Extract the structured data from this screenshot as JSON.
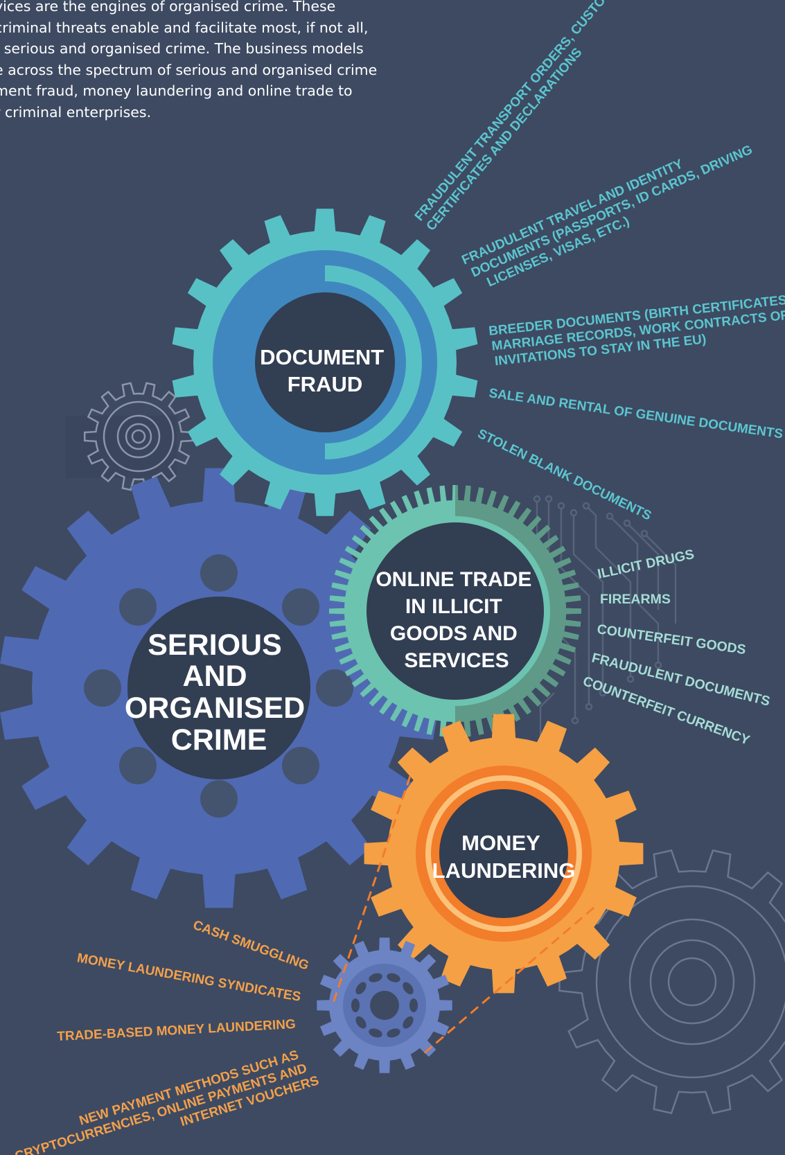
{
  "intro": {
    "lines": [
      "vices are the engines of organised crime. These",
      "criminal threats enable and facilitate most, if not all,",
      "f serious and organised crime. The business models",
      "e across the spectrum of serious and organised crime",
      "ment fraud, money laundering and online trade to",
      "r criminal enterprises."
    ]
  },
  "hubs": {
    "serious": [
      "SERIOUS",
      "AND",
      "ORGANISED",
      "CRIME"
    ],
    "document_fraud": [
      "DOCUMENT",
      "FRAUD"
    ],
    "online_trade": [
      "ONLINE TRADE",
      "IN ILLICIT",
      "GOODS AND",
      "SERVICES"
    ],
    "money_laundering": [
      "MONEY",
      "LAUNDERING"
    ]
  },
  "document_fraud_items": {
    "transport": [
      "FRAUDULENT TRANSPORT ORDERS, CUSTOMS",
      "CERTIFICATES AND DECLARATIONS"
    ],
    "travel": [
      "FRAUDULENT TRAVEL AND IDENTITY",
      "DOCUMENTS (PASSPORTS, ID CARDS, DRIVING",
      "LICENSES, VISAS, ETC.)"
    ],
    "breeder": [
      "BREEDER DOCUMENTS (BIRTH CERTIFICATES,",
      "MARRIAGE RECORDS, WORK CONTRACTS OR",
      "INVITATIONS TO STAY IN THE EU)"
    ],
    "sale": "SALE AND RENTAL OF GENUINE DOCUMENTS",
    "stolen": "STOLEN BLANK DOCUMENTS"
  },
  "online_trade_items": [
    "ILLICIT DRUGS",
    "FIREARMS",
    "COUNTERFEIT GOODS",
    "FRAUDULENT DOCUMENTS",
    "COUNTERFEIT CURRENCY"
  ],
  "money_laundering_items": {
    "cash": "CASH SMUGGLING",
    "syndicates": "MONEY LAUNDERING SYNDICATES",
    "trade": "TRADE-BASED MONEY LAUNDERING",
    "new_payment": [
      "NEW PAYMENT METHODS SUCH AS",
      "CRYPTOCURRENCIES, ONLINE PAYMENTS AND",
      "INTERNET VOUCHERS"
    ]
  },
  "colors": {
    "background": "#3d4a62",
    "serious_gear": "#4f6ab3",
    "document_gear": "#58c1c6",
    "document_inner": "#4087bf",
    "online_gear": "#5e9a87",
    "online_gear_light": "#6cc3b0",
    "money_gear": "#f5a044",
    "money_ring": "#f27d2a",
    "small_gear": "#6c83c4",
    "hub": "#323e52",
    "teal_label": "#5cc6cf",
    "mint_label": "#a6ddd5",
    "orange_label": "#f4a04a"
  }
}
